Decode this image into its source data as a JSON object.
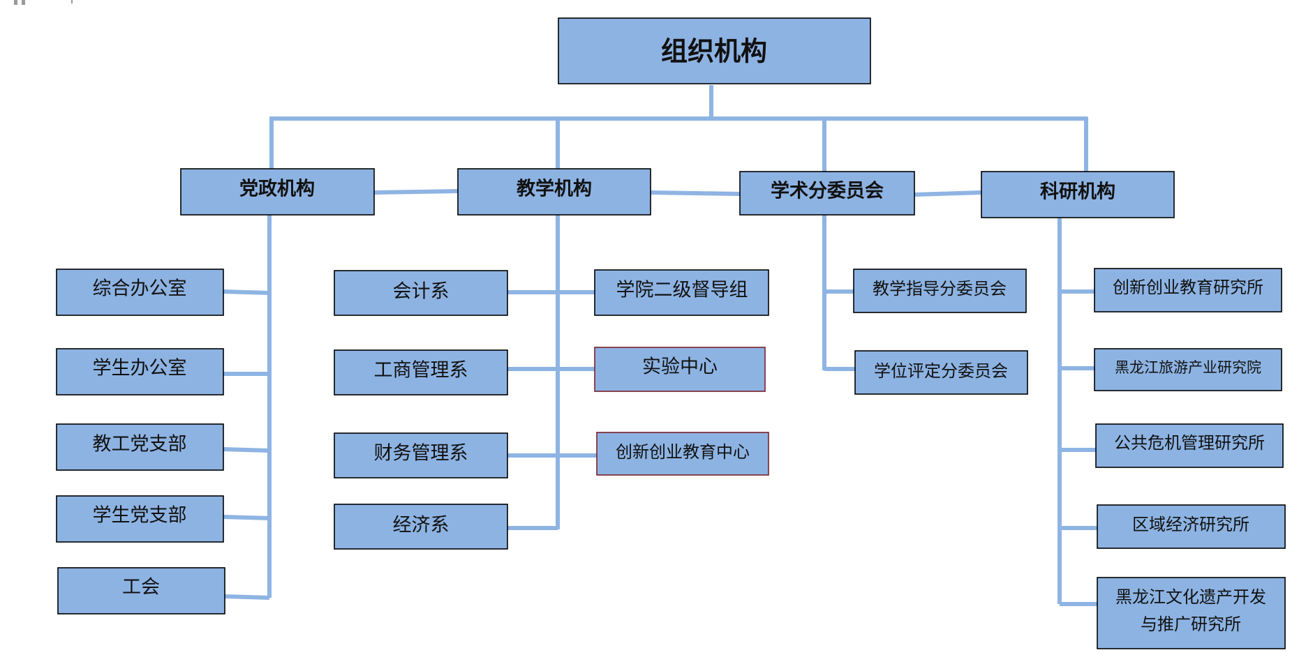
{
  "root": {
    "label": "组织机构"
  },
  "branches": {
    "dangzheng": {
      "label": "党政机构",
      "items": [
        "综合办公室",
        "学生办公室",
        "教工党支部",
        "学生党支部",
        "工会"
      ]
    },
    "jiaoxue": {
      "label": "教学机构",
      "left": [
        "会计系",
        "工商管理系",
        "财务管理系",
        "经济系"
      ],
      "right": [
        "学院二级督导组",
        "实验中心",
        "创新创业教育中心"
      ]
    },
    "xueshu": {
      "label": "学术分委员会",
      "items": [
        "教学指导分委员会",
        "学位评定分委员会"
      ]
    },
    "keyan": {
      "label": "科研机构",
      "items": [
        "创新创业教育研究所",
        "黑龙江旅游产业研究院",
        "公共危机管理研究所",
        "区域经济研究所",
        "黑龙江文化遗产开发",
        "与推广研究所"
      ]
    }
  },
  "colors": {
    "box_fill": "#8db3e2",
    "connector": "#8eb4e3",
    "border": "#000000",
    "border_alt": "#7a1f2b"
  }
}
